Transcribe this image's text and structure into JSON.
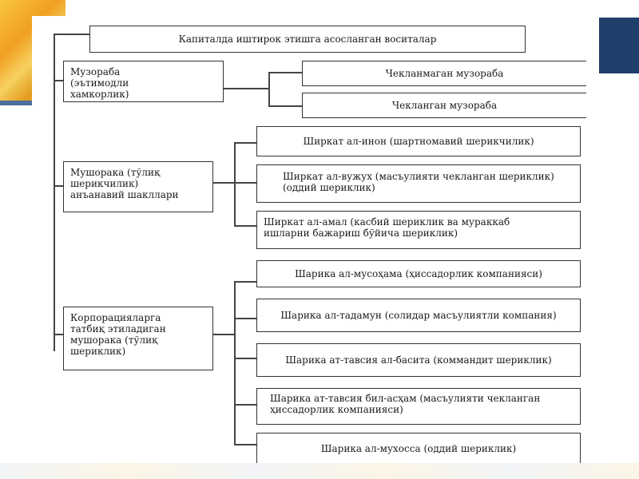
{
  "diagram": {
    "title": "Капиталда иштирок этишга асосланган воситалар",
    "groups": [
      {
        "label_lines": [
          "Музораба",
          "(эътимодли",
          "хамкорлик)"
        ],
        "children": [
          "Чекланмаган музораба",
          "Чекланган музораба"
        ]
      },
      {
        "label_lines": [
          "Мушорака (тўлиқ",
          "шерикчилик)",
          "анъанавий шакллари"
        ],
        "children": [
          [
            "Ширкат ал-инон (шартномавий шерикчилик)"
          ],
          [
            "Ширкат ал-вужух (масъулияти чекланган шериклик)",
            "(оддий шериклик)"
          ],
          [
            "Ширкат ал-амал (касбий шериклик ва мураккаб",
            "ишларни бажариш бўйича шериклик)"
          ]
        ]
      },
      {
        "label_lines": [
          "Корпорацияларга",
          "татбиқ этиладиган",
          "мушорака (тўлиқ",
          "шериклик)"
        ],
        "children": [
          [
            "Шарика ал-мусоҳама (ҳиссадорлик компанияси)"
          ],
          [
            "Шарика ал-тадамун (солидар масъулиятли компания)"
          ],
          [
            "Шарика ат-тавсия ал-басита (коммандит шериклик)"
          ],
          [
            "Шарика ат-тавсия бил-асҳам (масъулияти чекланган",
            "ҳиссадорлик компанияси)"
          ],
          [
            "Шарика ал-мухосса (оддий шериклик)"
          ]
        ]
      }
    ]
  },
  "colors": {
    "accent_dark_blue": "#1f3f6a",
    "accent_gold": "#f0a020",
    "line": "#444444"
  }
}
